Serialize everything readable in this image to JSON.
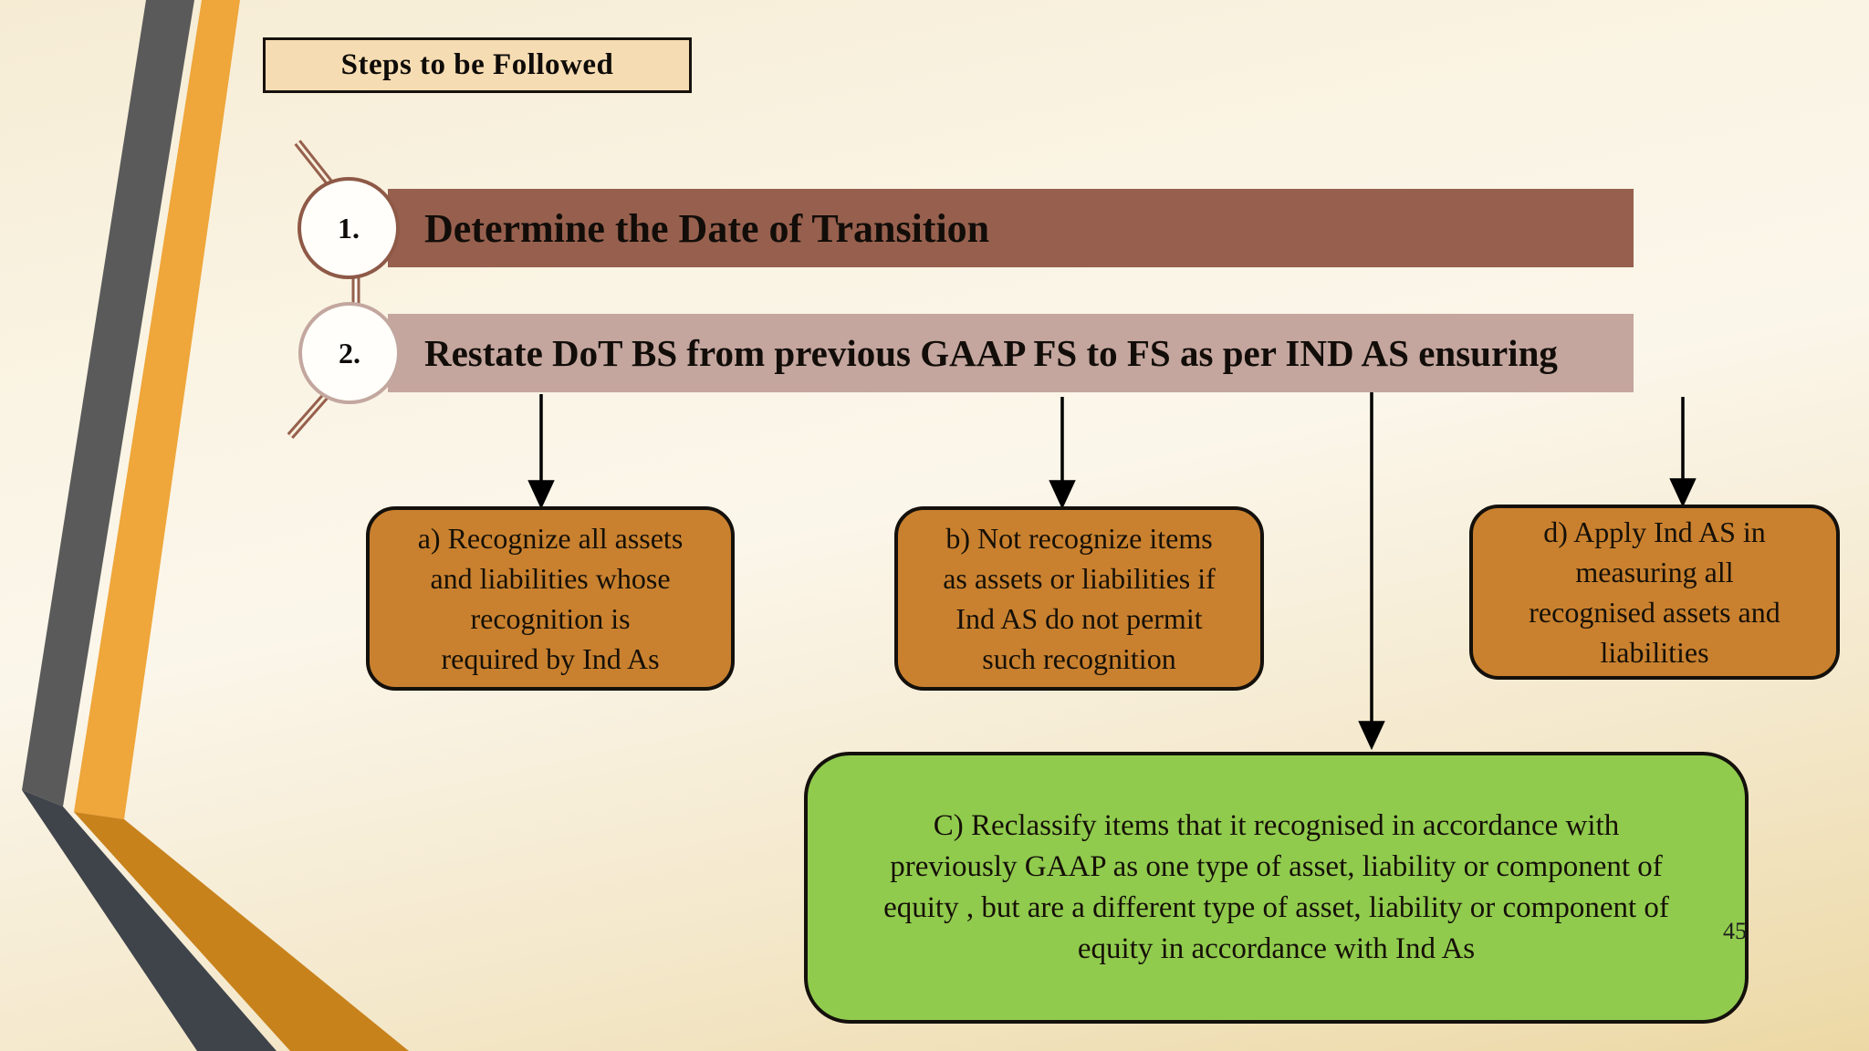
{
  "slide": {
    "title": "Steps to be Followed",
    "page_number": "45",
    "steps": [
      {
        "number": "1.",
        "label": "Determine the Date of Transition"
      },
      {
        "number": "2.",
        "label": "Restate DoT BS from previous GAAP FS to FS as per IND AS ensuring"
      }
    ],
    "flow_boxes": {
      "a": "a)  Recognize all assets\nand liabilities whose\nrecognition is\nrequired by Ind As",
      "b": "b) Not recognize items\nas assets or liabilities if\nInd AS do not permit\nsuch recognition",
      "c": "C) Reclassify items that it recognised in accordance with\npreviously GAAP as one type of asset, liability or component of\nequity , but are a different type of asset, liability or component of\nequity in accordance with Ind As",
      "d": "d) Apply Ind AS in\nmeasuring all\nrecognised assets and\nliabilities"
    },
    "colors": {
      "background_top": "#F8F1DE",
      "background_bottom": "#ECD8A4",
      "title_box_fill": "#F6DCB2",
      "bar1_fill": "#97604E",
      "bar2_fill": "#C4A69E",
      "circle_fill": "#FFFEFA",
      "circle1_border": "#8E5947",
      "circle2_border": "#C3A79F",
      "orange_box_fill": "#C9812F",
      "green_box_fill": "#90CB4E",
      "box_border": "#14100C",
      "stripe_gray_upper": "#5A5A5A",
      "stripe_gray_lower": "#3F444B",
      "stripe_orange_upper": "#EFA63A",
      "stripe_orange_lower": "#C8821C",
      "arrow_color": "#000000"
    }
  }
}
